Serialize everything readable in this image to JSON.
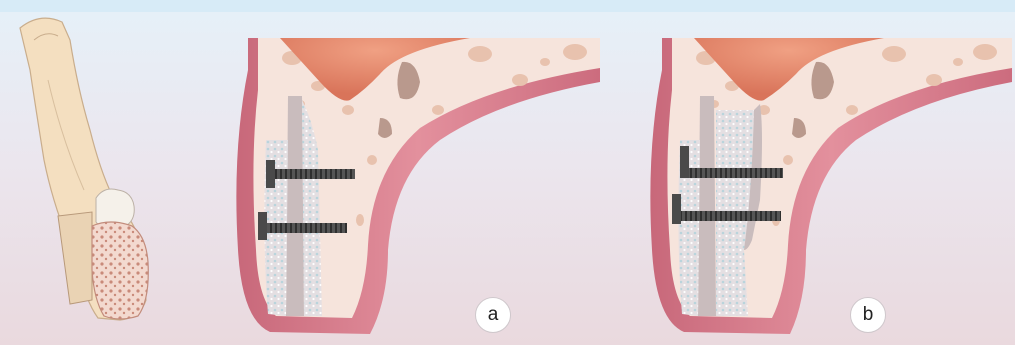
{
  "panels": [
    {
      "id": "a",
      "label": "a",
      "screws": 2
    },
    {
      "id": "b",
      "label": "b",
      "screws": 2
    }
  ],
  "colors": {
    "frame_top": "#d7ebf7",
    "gum": "#d97b8a",
    "gum_light": "#e9a4af",
    "bone": "#f6e4dc",
    "marrow_spot": "#e8c2ae",
    "graft": "#ece8ea",
    "cortical_strip": "#c9bcbd",
    "canal": "#e58c70",
    "screw": "#4a4a4a",
    "jaw_sketch": "#f4dfc0"
  }
}
